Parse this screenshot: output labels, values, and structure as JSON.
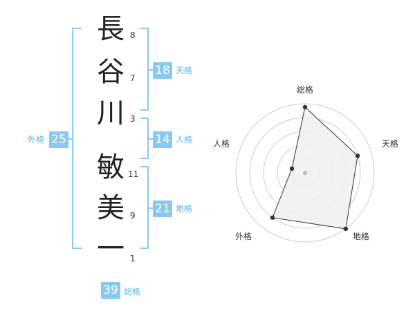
{
  "name": {
    "characters": [
      {
        "char": "長",
        "strokes": "8"
      },
      {
        "char": "谷",
        "strokes": "7"
      },
      {
        "char": "川",
        "strokes": "3"
      },
      {
        "char": "敏",
        "strokes": "11"
      },
      {
        "char": "美",
        "strokes": "9"
      },
      {
        "char": "一",
        "strokes": "1"
      }
    ]
  },
  "scores": {
    "tenkaku": {
      "value": "18",
      "label": "天格"
    },
    "jinkaku": {
      "value": "14",
      "label": "人格"
    },
    "chikaku": {
      "value": "21",
      "label": "地格"
    },
    "gaikaku": {
      "value": "25",
      "label": "外格"
    },
    "soukaku": {
      "value": "39",
      "label": "総格"
    }
  },
  "radar": {
    "axes": [
      "総格",
      "天格",
      "地格",
      "外格",
      "人格"
    ],
    "levels": 5,
    "values": [
      0.95,
      0.8,
      1.0,
      0.8,
      0.2
    ],
    "colors": {
      "grid": "#cccccc",
      "fill": "#f0f0f0",
      "line": "#333333",
      "point": "#333333",
      "center": "#bbbbbb"
    }
  },
  "colors": {
    "accent": "#88c9ef",
    "accent_text": "#5cb8e8"
  }
}
